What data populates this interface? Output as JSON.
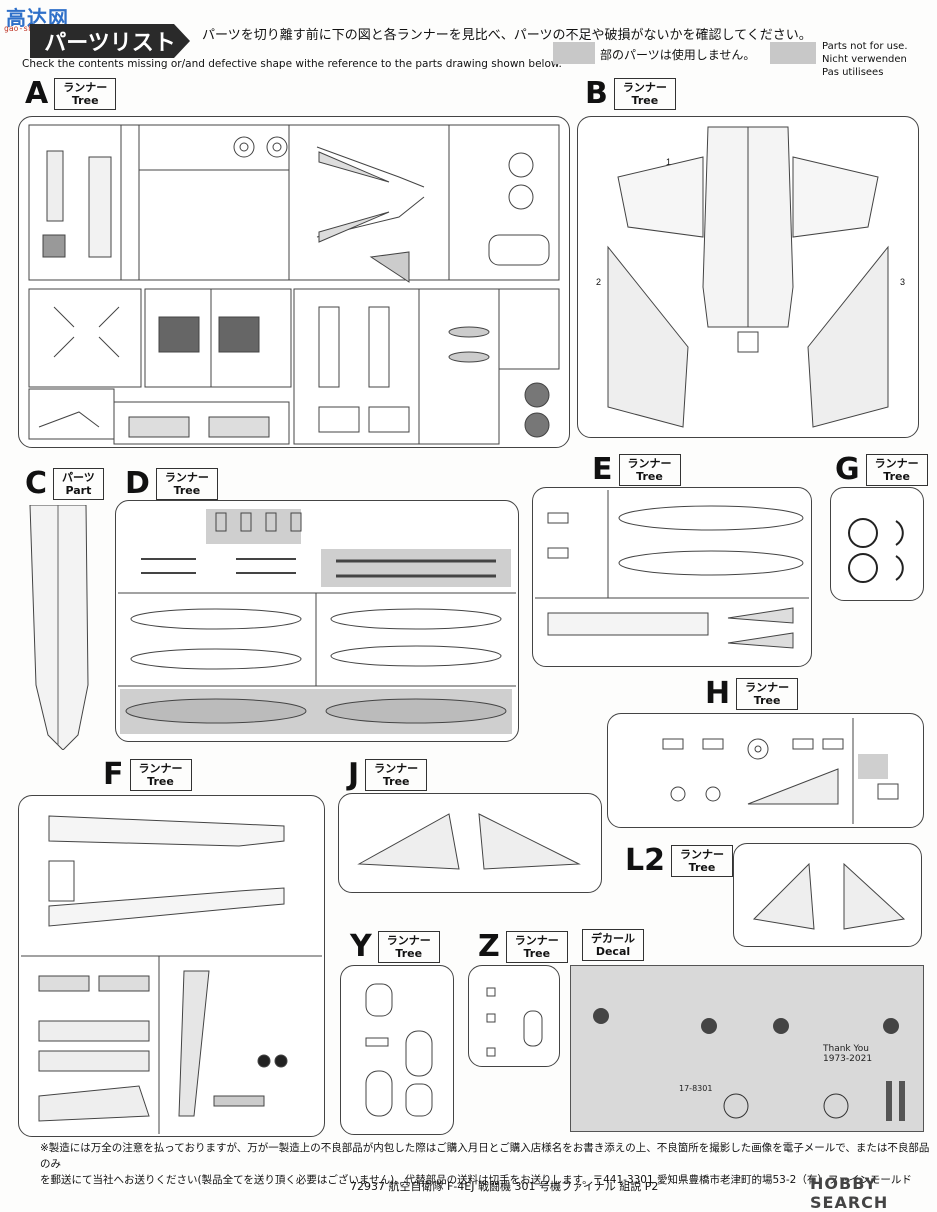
{
  "watermark": {
    "text": "高达网",
    "sub": "gao-shou.com"
  },
  "header": {
    "title": "パーツリスト",
    "instruction_jp": "パーツを切り離す前に下の図と各ランナーを見比べ、パーツの不足や破損がないかを確認してください。",
    "instruction_en": "Check the contents missing or/and defective shape withe reference to the parts drawing shown below.",
    "not_used_jp": "部のパーツは使用しません。",
    "not_used_en": [
      "Parts not for use.",
      "Nicht verwenden",
      "Pas utilisees"
    ]
  },
  "sections": {
    "A": {
      "letter": "A",
      "jp": "ランナー",
      "en": "Tree"
    },
    "B": {
      "letter": "B",
      "jp": "ランナー",
      "en": "Tree"
    },
    "C": {
      "letter": "C",
      "jp": "パーツ",
      "en": "Part"
    },
    "D": {
      "letter": "D",
      "jp": "ランナー",
      "en": "Tree"
    },
    "E": {
      "letter": "E",
      "jp": "ランナー",
      "en": "Tree"
    },
    "G": {
      "letter": "G",
      "jp": "ランナー",
      "en": "Tree"
    },
    "H": {
      "letter": "H",
      "jp": "ランナー",
      "en": "Tree"
    },
    "F": {
      "letter": "F",
      "jp": "ランナー",
      "en": "Tree"
    },
    "J": {
      "letter": "J",
      "jp": "ランナー",
      "en": "Tree"
    },
    "L2": {
      "letter": "L2",
      "jp": "ランナー",
      "en": "Tree"
    },
    "Y": {
      "letter": "Y",
      "jp": "ランナー",
      "en": "Tree"
    },
    "Z": {
      "letter": "Z",
      "jp": "ランナー",
      "en": "Tree"
    },
    "Decal": {
      "jp": "デカール",
      "en": "Decal"
    }
  },
  "decal": {
    "thanks": "Thank You",
    "years": "1973-2021",
    "serial": "17-8301"
  },
  "footer": {
    "note_line1": "※製造には万全の注意を払っておりますが、万が一製造上の不良部品が内包した際はご購入月日とご購入店様名をお書き添えの上、不良箇所を撮影した画像を電子メールで、または不良部品のみ",
    "note_line2": "を郵送にて当社へお送りください(製品全てを送り頂く必要はございません)。代替部品の送料は切手をお送りします。〒441-3301 愛知県豊橋市老津町的場53-2（有）ファインモールド",
    "code": "72937 航空自衛隊 F-4EJ 戦闘機 301 号機ファイナル 組説 P2",
    "search_logo": "HOBBY SEARCH"
  }
}
